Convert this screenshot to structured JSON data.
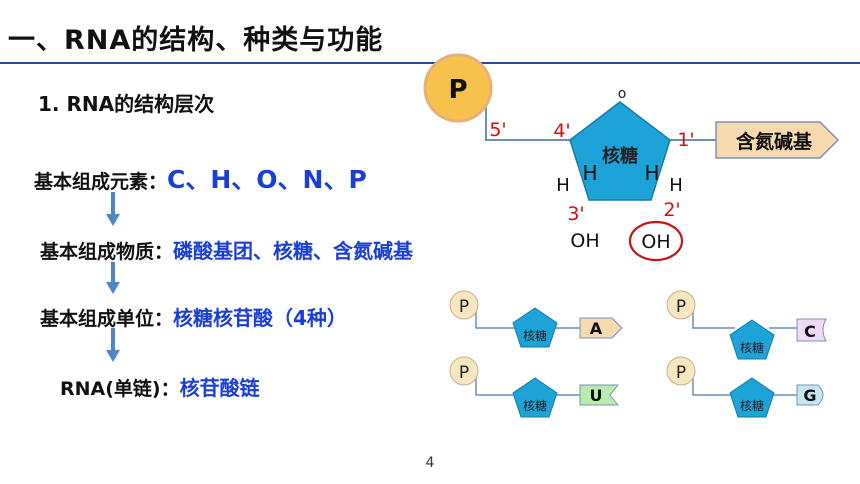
{
  "header": {
    "title": "一、RNA的结构、种类与功能"
  },
  "section": {
    "subtitle": "1. RNA的结构层次"
  },
  "levels": [
    {
      "label": "基本组成元素：",
      "value": "C、H、O、N、P"
    },
    {
      "label": "基本组成物质：",
      "value": "磷酸基团、核糖、含氮碱基"
    },
    {
      "label": "基本组成单位：",
      "value": "核糖核苷酸（4种）"
    },
    {
      "label": "RNA(单链)：",
      "value": "核苷酸链"
    }
  ],
  "diagram": {
    "phosphate": "P",
    "ring_oxygen": "o",
    "sugar": "核糖",
    "base": "含氮碱基",
    "carbons": {
      "c5": "5'",
      "c4": "4'",
      "c3": "3'",
      "c2": "2'",
      "c1": "1'"
    },
    "h": "H",
    "oh": "OH",
    "colors": {
      "pentagon": "#1ea3d8",
      "phosphate": "#f7c24b",
      "carbon_label": "#d01010",
      "highlight": "#c01a1a"
    }
  },
  "nucleotides": [
    {
      "phosphate": "P",
      "sugar": "核糖",
      "base": "A",
      "base_color": "#f7d9b0"
    },
    {
      "phosphate": "P",
      "sugar": "核糖",
      "base": "C",
      "base_color": "#eedaf2"
    },
    {
      "phosphate": "P",
      "sugar": "核糖",
      "base": "U",
      "base_color": "#b9ecae"
    },
    {
      "phosphate": "P",
      "sugar": "核糖",
      "base": "G",
      "base_color": "#c5e6ee"
    }
  ],
  "page": {
    "number": "4"
  }
}
